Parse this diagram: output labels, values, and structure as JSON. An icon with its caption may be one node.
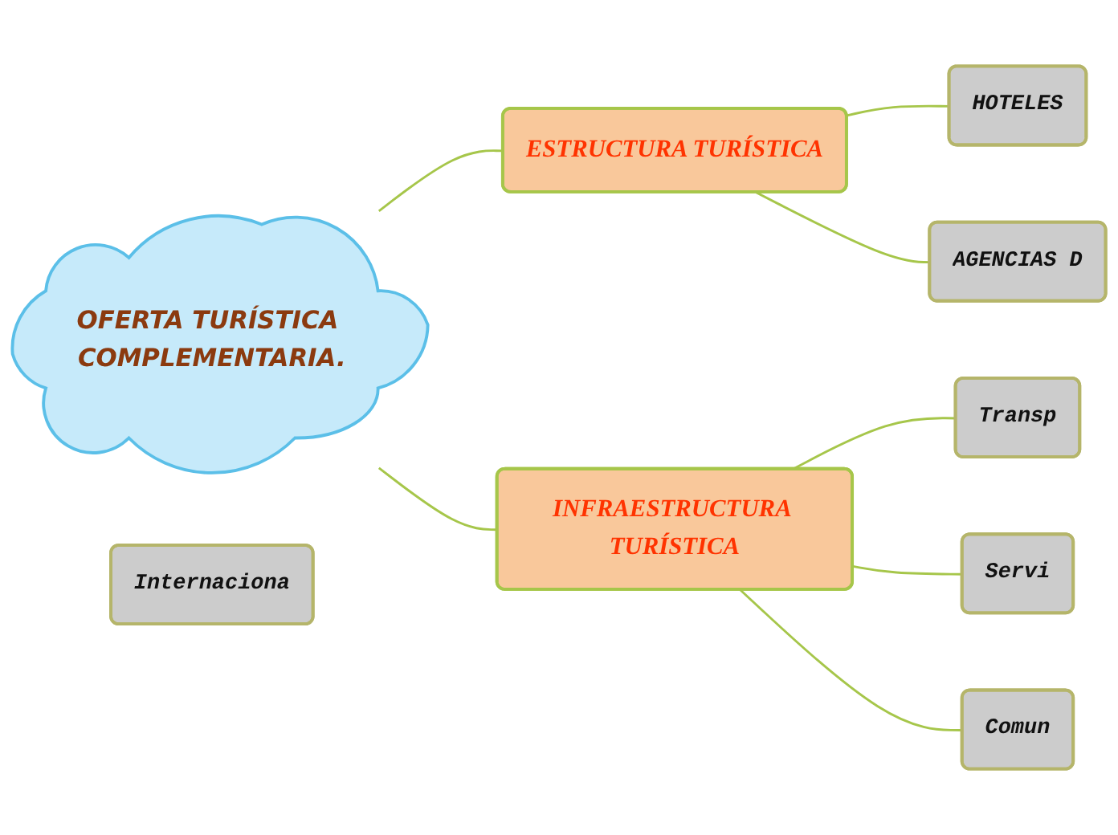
{
  "diagram": {
    "nodes": [
      {
        "text": [
          "OFERTA TURÍSTICA COMPLEMENTARIA."
        ]
      },
      {
        "text": [
          "ESTRUCTURA TURÍSTICA"
        ]
      },
      {
        "text": [
          "HOTELES"
        ]
      },
      {
        "text": [
          "AGENCIAS D"
        ]
      },
      {
        "text": [
          "INFRAESTRUCTURA TURÍSTICA"
        ]
      },
      {
        "text": [
          "Transp"
        ]
      },
      {
        "text": [
          "Servi"
        ]
      },
      {
        "text": [
          "Comun"
        ]
      },
      {
        "text": [
          "Internaciona"
        ]
      }
    ],
    "edges": [
      {
        "from": 0,
        "to": 1,
        "arrow": "none"
      },
      {
        "from": 1,
        "to": 2,
        "arrow": "none"
      },
      {
        "from": 1,
        "to": 3,
        "arrow": "none"
      },
      {
        "from": 0,
        "to": 4,
        "arrow": "none"
      },
      {
        "from": 4,
        "to": 5,
        "arrow": "none"
      },
      {
        "from": 4,
        "to": 6,
        "arrow": "none"
      },
      {
        "from": 4,
        "to": 7,
        "arrow": "none"
      }
    ]
  }
}
